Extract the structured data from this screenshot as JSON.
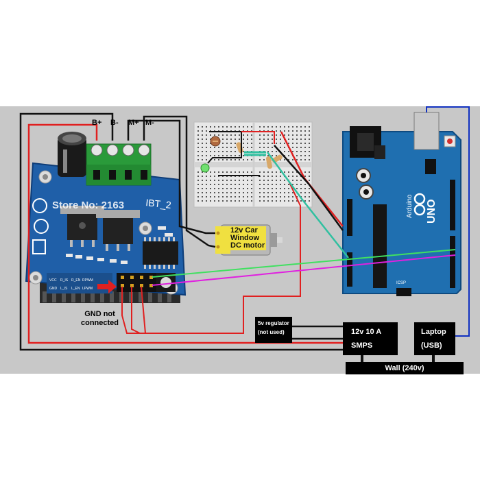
{
  "driver": {
    "terminals": [
      "B+",
      "B-",
      "M+",
      "M-"
    ],
    "module_name": "IBT_2",
    "watermark": "Store No: 2163",
    "gnd_note_line1": "GND not",
    "gnd_note_line2": "connected",
    "header_top": [
      "VCC",
      "R_IS",
      "R_EN",
      "RPWM"
    ],
    "header_bottom": [
      "GND",
      "L_IS",
      "L_EN",
      "LPWM"
    ]
  },
  "motor": {
    "line1": "12v Car",
    "line2": "Window",
    "line3": "DC motor"
  },
  "regulator": {
    "line1": "5v regulator",
    "line2": "(not used)"
  },
  "smps": {
    "line1": "12v 10 A",
    "line2": "SMPS"
  },
  "laptop": {
    "line1": "Laptop",
    "line2": "(USB)"
  },
  "wall": {
    "label": "Wall (240v)"
  },
  "arduino": {
    "brand": "Arduino",
    "model": "UNO",
    "icsp": "ICSP",
    "reset": "RESET"
  },
  "colors": {
    "background": "#c8c8c8",
    "pcb_blue": "#1f5fa8",
    "wire_red": "#e02020",
    "wire_black": "#111111",
    "wire_blue": "#1030c0",
    "wire_green": "#40e060",
    "wire_magenta": "#e020e0",
    "wire_teal": "#30c0a0",
    "terminal_green": "#2a9a3a",
    "motor_label_bg": "#f0e040"
  }
}
